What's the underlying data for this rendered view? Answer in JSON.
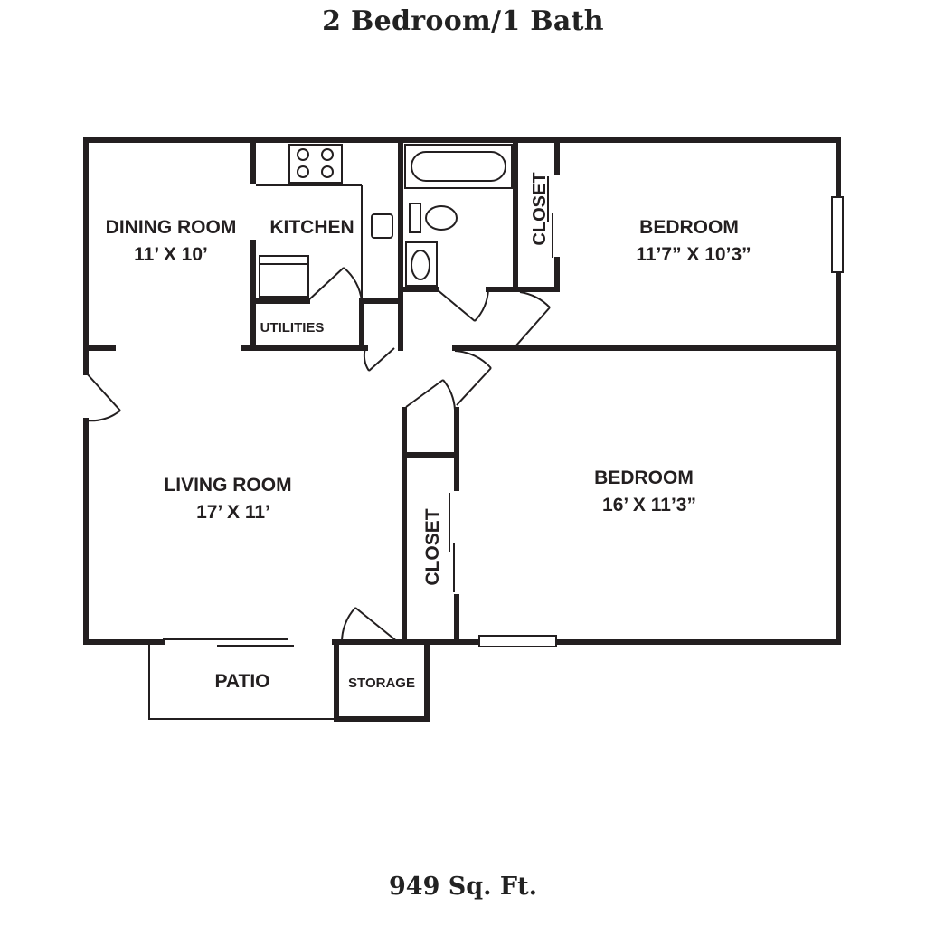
{
  "title": "2 Bedroom/1 Bath",
  "footer": "949 Sq. Ft.",
  "rooms": {
    "dining": {
      "name": "DINING ROOM",
      "size": "11’ X 10’"
    },
    "kitchen": {
      "name": "KITCHEN"
    },
    "utilities": {
      "name": "UTILITIES"
    },
    "closet_top": {
      "name": "CLOSET"
    },
    "bedroom_top": {
      "name": "BEDROOM",
      "size": "11’7” X 10’3”"
    },
    "living": {
      "name": "LIVING ROOM",
      "size": "17’ X 11’"
    },
    "bedroom_main": {
      "name": "BEDROOM",
      "size": "16’ X 11’3”"
    },
    "closet_mid": {
      "name": "CLOSET"
    },
    "patio": {
      "name": "PATIO"
    },
    "storage": {
      "name": "STORAGE"
    }
  }
}
